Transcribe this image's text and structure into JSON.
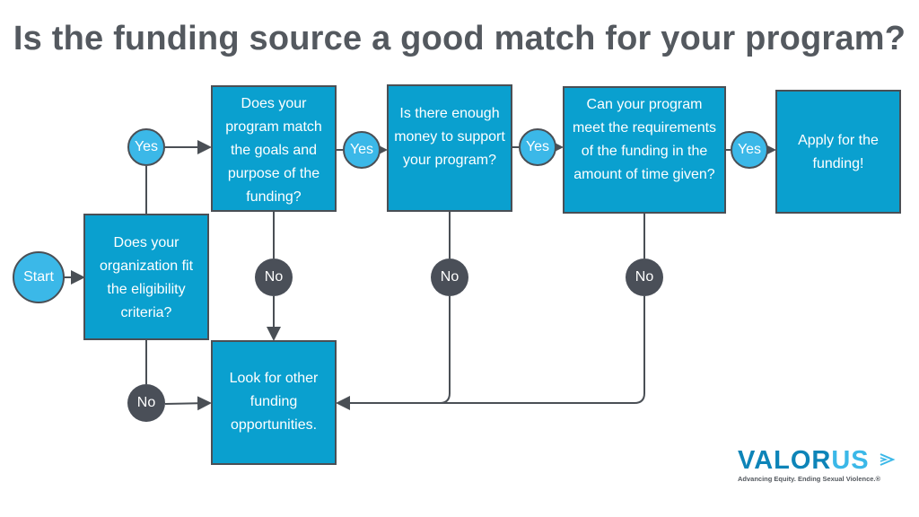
{
  "title": "Is the funding source a good match for your program?",
  "nodes": {
    "start": "Start",
    "eligibility": "Does your organization fit the eligibility criteria?",
    "goals": "Does your program match the goals and purpose of the funding?",
    "money": "Is there enough money to support your program?",
    "requirements": "Can your program meet the requirements of the funding in the amount of time given?",
    "apply": "Apply for the funding!",
    "other": "Look for other funding opportunities."
  },
  "labels": {
    "yes": "Yes",
    "no": "No"
  },
  "logo": {
    "brand": "VALOR",
    "brand_accent": "US",
    "tagline": "Advancing Equity. Ending Sexual Violence.®"
  },
  "colors": {
    "box": "#0aa0cf",
    "yes_circle": "#3bb8e8",
    "no_circle": "#4a4f58",
    "title": "#54595f",
    "lines": "#4a4f55"
  }
}
